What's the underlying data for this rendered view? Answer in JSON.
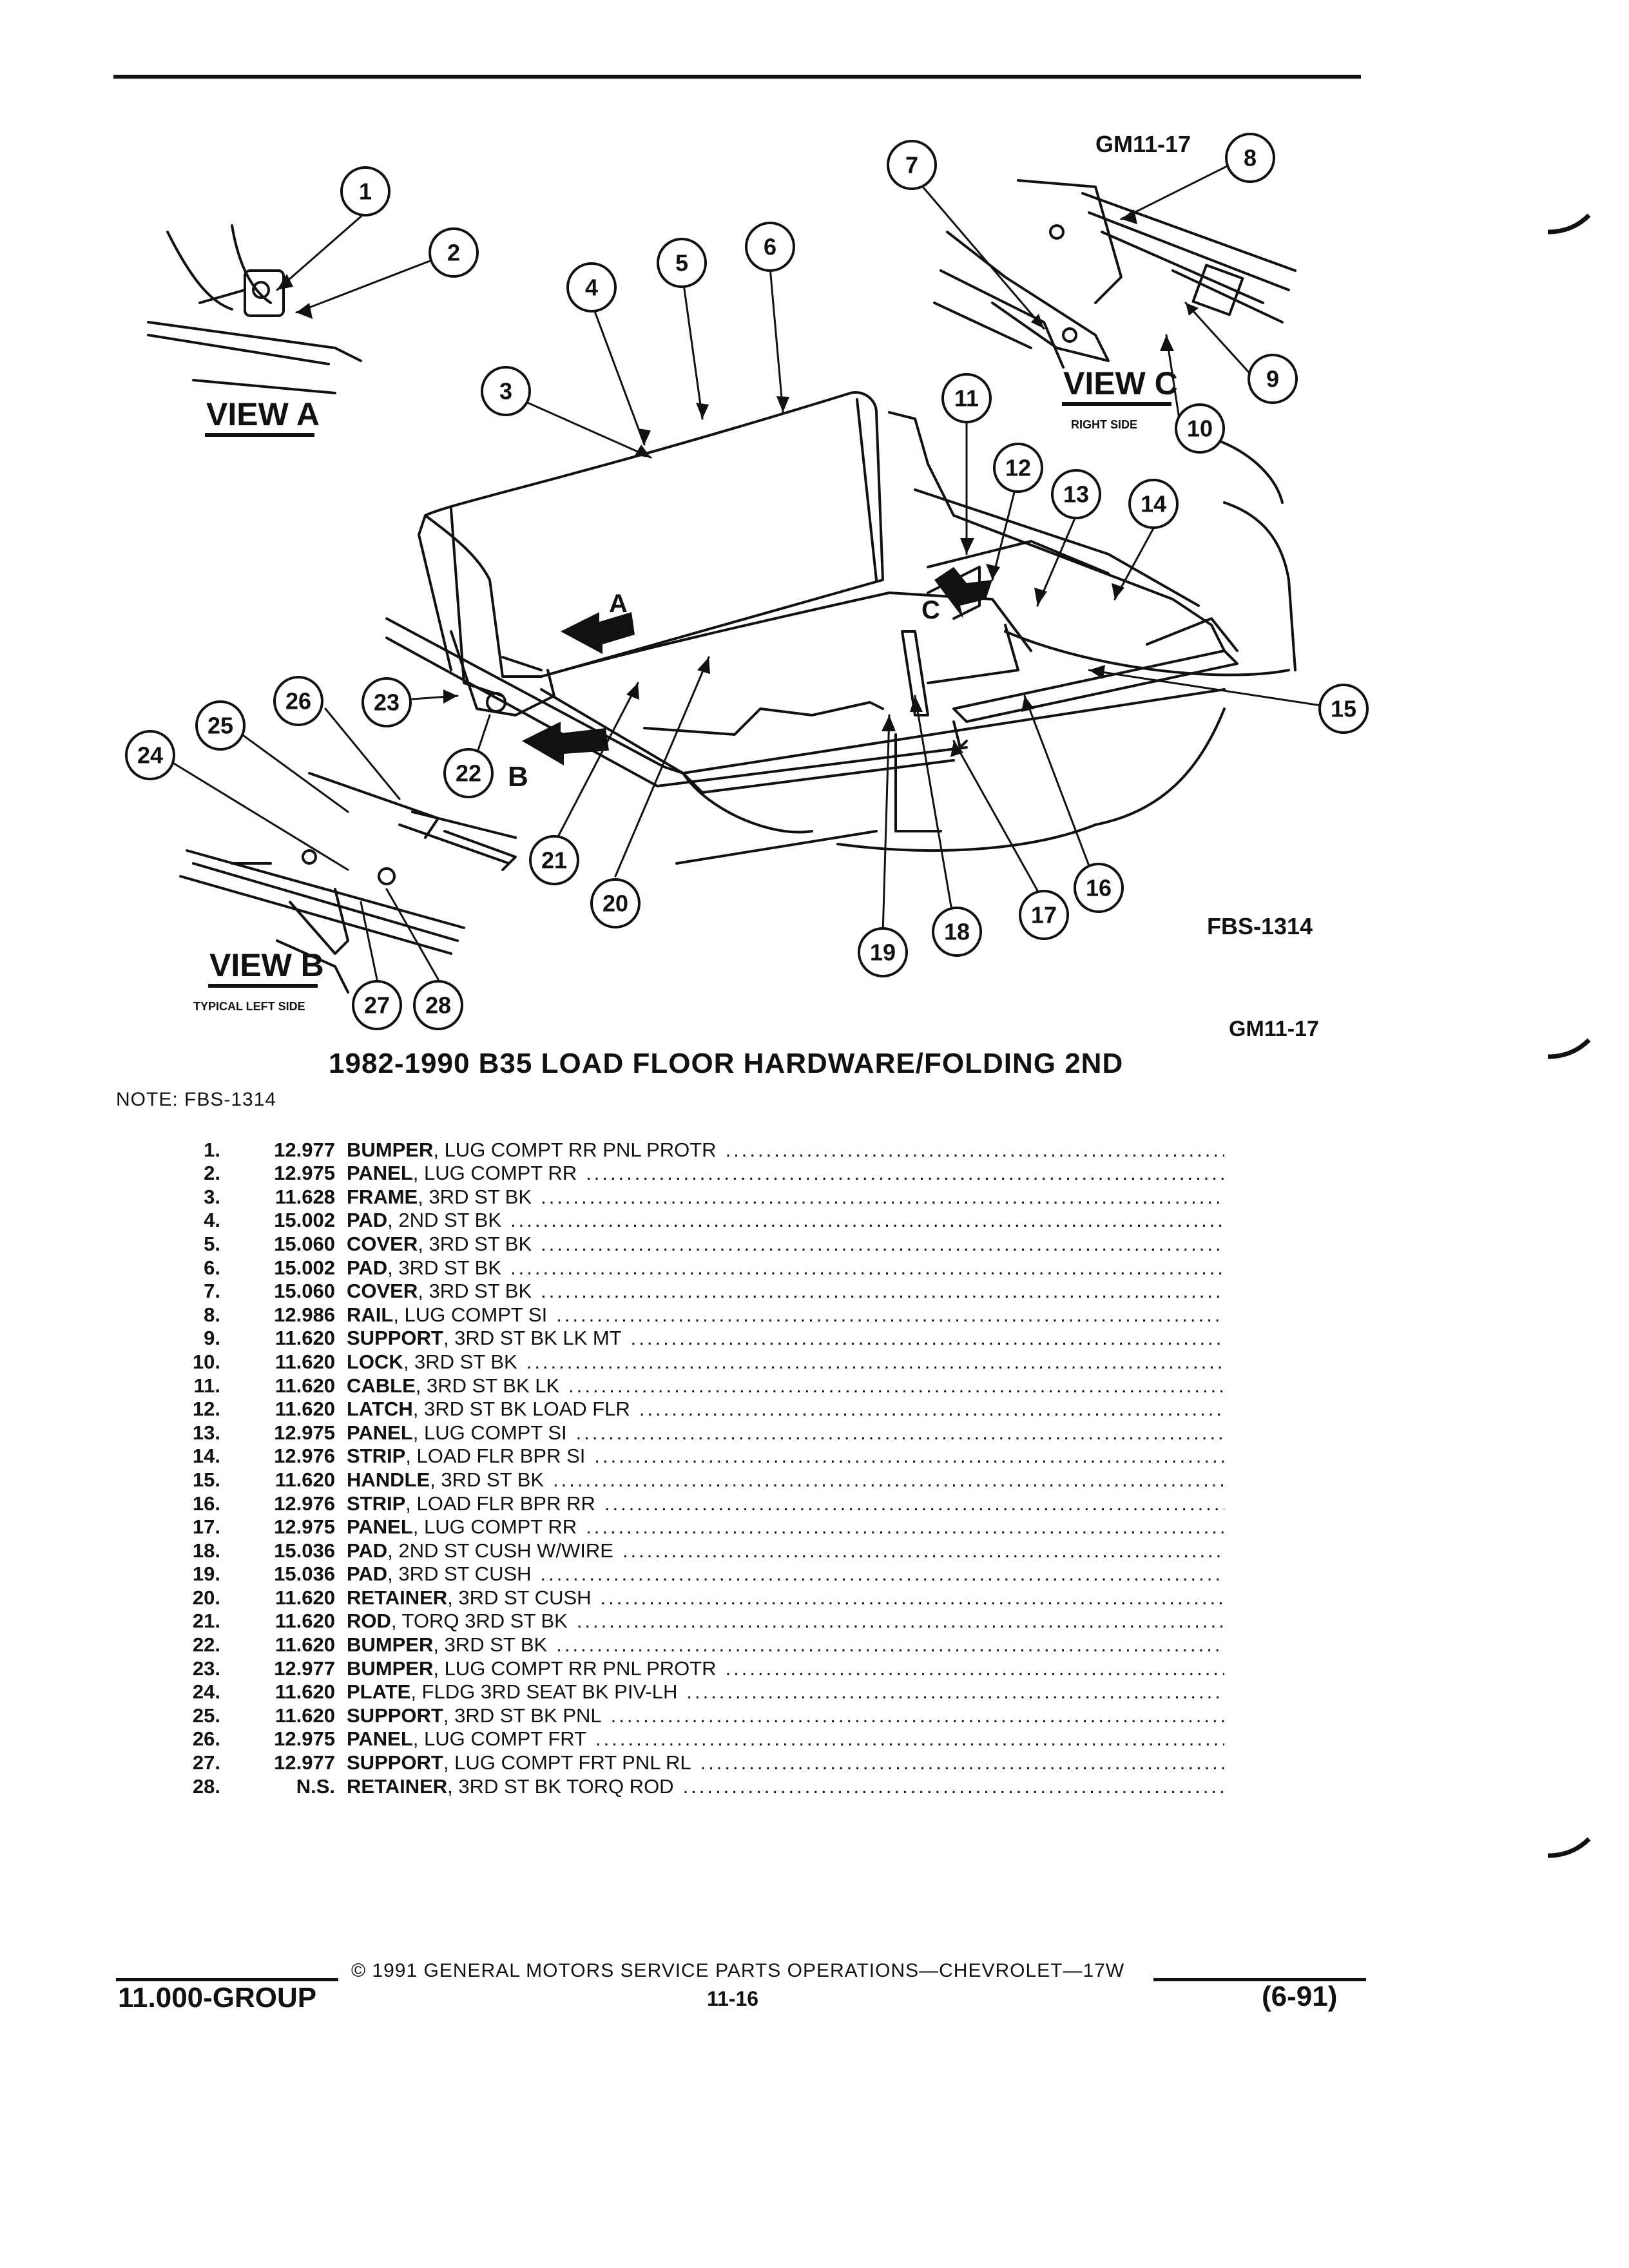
{
  "diagram": {
    "callouts": [
      "1",
      "2",
      "3",
      "4",
      "5",
      "6",
      "7",
      "8",
      "9",
      "10",
      "11",
      "12",
      "13",
      "14",
      "15",
      "16",
      "17",
      "18",
      "19",
      "20",
      "21",
      "22",
      "23",
      "24",
      "25",
      "26",
      "27",
      "28"
    ],
    "view_a": {
      "title": "VIEW A"
    },
    "view_b": {
      "title": "VIEW B",
      "subtitle": "TYPICAL LEFT SIDE"
    },
    "view_c": {
      "title": "VIEW C",
      "subtitle": "RIGHT SIDE"
    },
    "view_c_code": "GM11-17",
    "arrow_a": "A",
    "arrow_b": "B",
    "arrow_c": "C",
    "fig_code": "FBS-1314",
    "page_code": "GM11-17"
  },
  "title": "1982-1990 B35 LOAD FLOOR HARDWARE/FOLDING 2ND",
  "note": "NOTE: FBS-1314",
  "parts": [
    {
      "num": "1.",
      "code": "12.977",
      "name": "BUMPER",
      "desc": ", LUG COMPT RR PNL PROTR"
    },
    {
      "num": "2.",
      "code": "12.975",
      "name": "PANEL",
      "desc": ", LUG COMPT RR"
    },
    {
      "num": "3.",
      "code": "11.628",
      "name": "FRAME",
      "desc": ", 3RD ST BK"
    },
    {
      "num": "4.",
      "code": "15.002",
      "name": "PAD",
      "desc": ", 2ND ST BK"
    },
    {
      "num": "5.",
      "code": "15.060",
      "name": "COVER",
      "desc": ", 3RD ST BK"
    },
    {
      "num": "6.",
      "code": "15.002",
      "name": "PAD",
      "desc": ", 3RD ST BK"
    },
    {
      "num": "7.",
      "code": "15.060",
      "name": "COVER",
      "desc": ", 3RD ST BK"
    },
    {
      "num": "8.",
      "code": "12.986",
      "name": "RAIL",
      "desc": ", LUG COMPT SI"
    },
    {
      "num": "9.",
      "code": "11.620",
      "name": "SUPPORT",
      "desc": ", 3RD ST BK LK MT"
    },
    {
      "num": "10.",
      "code": "11.620",
      "name": "LOCK",
      "desc": ", 3RD ST BK"
    },
    {
      "num": "11.",
      "code": "11.620",
      "name": "CABLE",
      "desc": ", 3RD ST BK LK"
    },
    {
      "num": "12.",
      "code": "11.620",
      "name": "LATCH",
      "desc": ", 3RD ST BK LOAD FLR"
    },
    {
      "num": "13.",
      "code": "12.975",
      "name": "PANEL",
      "desc": ", LUG COMPT SI"
    },
    {
      "num": "14.",
      "code": "12.976",
      "name": "STRIP",
      "desc": ", LOAD FLR BPR SI"
    },
    {
      "num": "15.",
      "code": "11.620",
      "name": "HANDLE",
      "desc": ", 3RD ST BK"
    },
    {
      "num": "16.",
      "code": "12.976",
      "name": "STRIP",
      "desc": ", LOAD FLR BPR RR"
    },
    {
      "num": "17.",
      "code": "12.975",
      "name": "PANEL",
      "desc": ", LUG COMPT RR"
    },
    {
      "num": "18.",
      "code": "15.036",
      "name": "PAD",
      "desc": ", 2ND ST CUSH W/WIRE"
    },
    {
      "num": "19.",
      "code": "15.036",
      "name": "PAD",
      "desc": ", 3RD ST CUSH"
    },
    {
      "num": "20.",
      "code": "11.620",
      "name": "RETAINER",
      "desc": ", 3RD ST CUSH"
    },
    {
      "num": "21.",
      "code": "11.620",
      "name": "ROD",
      "desc": ", TORQ 3RD ST BK"
    },
    {
      "num": "22.",
      "code": "11.620",
      "name": "BUMPER",
      "desc": ", 3RD ST BK"
    },
    {
      "num": "23.",
      "code": "12.977",
      "name": "BUMPER",
      "desc": ", LUG COMPT RR PNL PROTR"
    },
    {
      "num": "24.",
      "code": "11.620",
      "name": "PLATE",
      "desc": ", FLDG 3RD SEAT BK PIV-LH"
    },
    {
      "num": "25.",
      "code": "11.620",
      "name": "SUPPORT",
      "desc": ", 3RD ST BK PNL"
    },
    {
      "num": "26.",
      "code": "12.975",
      "name": "PANEL",
      "desc": ", LUG COMPT FRT"
    },
    {
      "num": "27.",
      "code": "12.977",
      "name": "SUPPORT",
      "desc": ", LUG COMPT FRT PNL RL"
    },
    {
      "num": "28.",
      "code": "N.S.",
      "name": "RETAINER",
      "desc": ", 3RD ST BK TORQ ROD"
    }
  ],
  "footer": {
    "copyright": "© 1991 GENERAL MOTORS SERVICE PARTS OPERATIONS—CHEVROLET—17W",
    "group": "11.000-GROUP",
    "page": "11-16",
    "date": "(6-91)"
  }
}
